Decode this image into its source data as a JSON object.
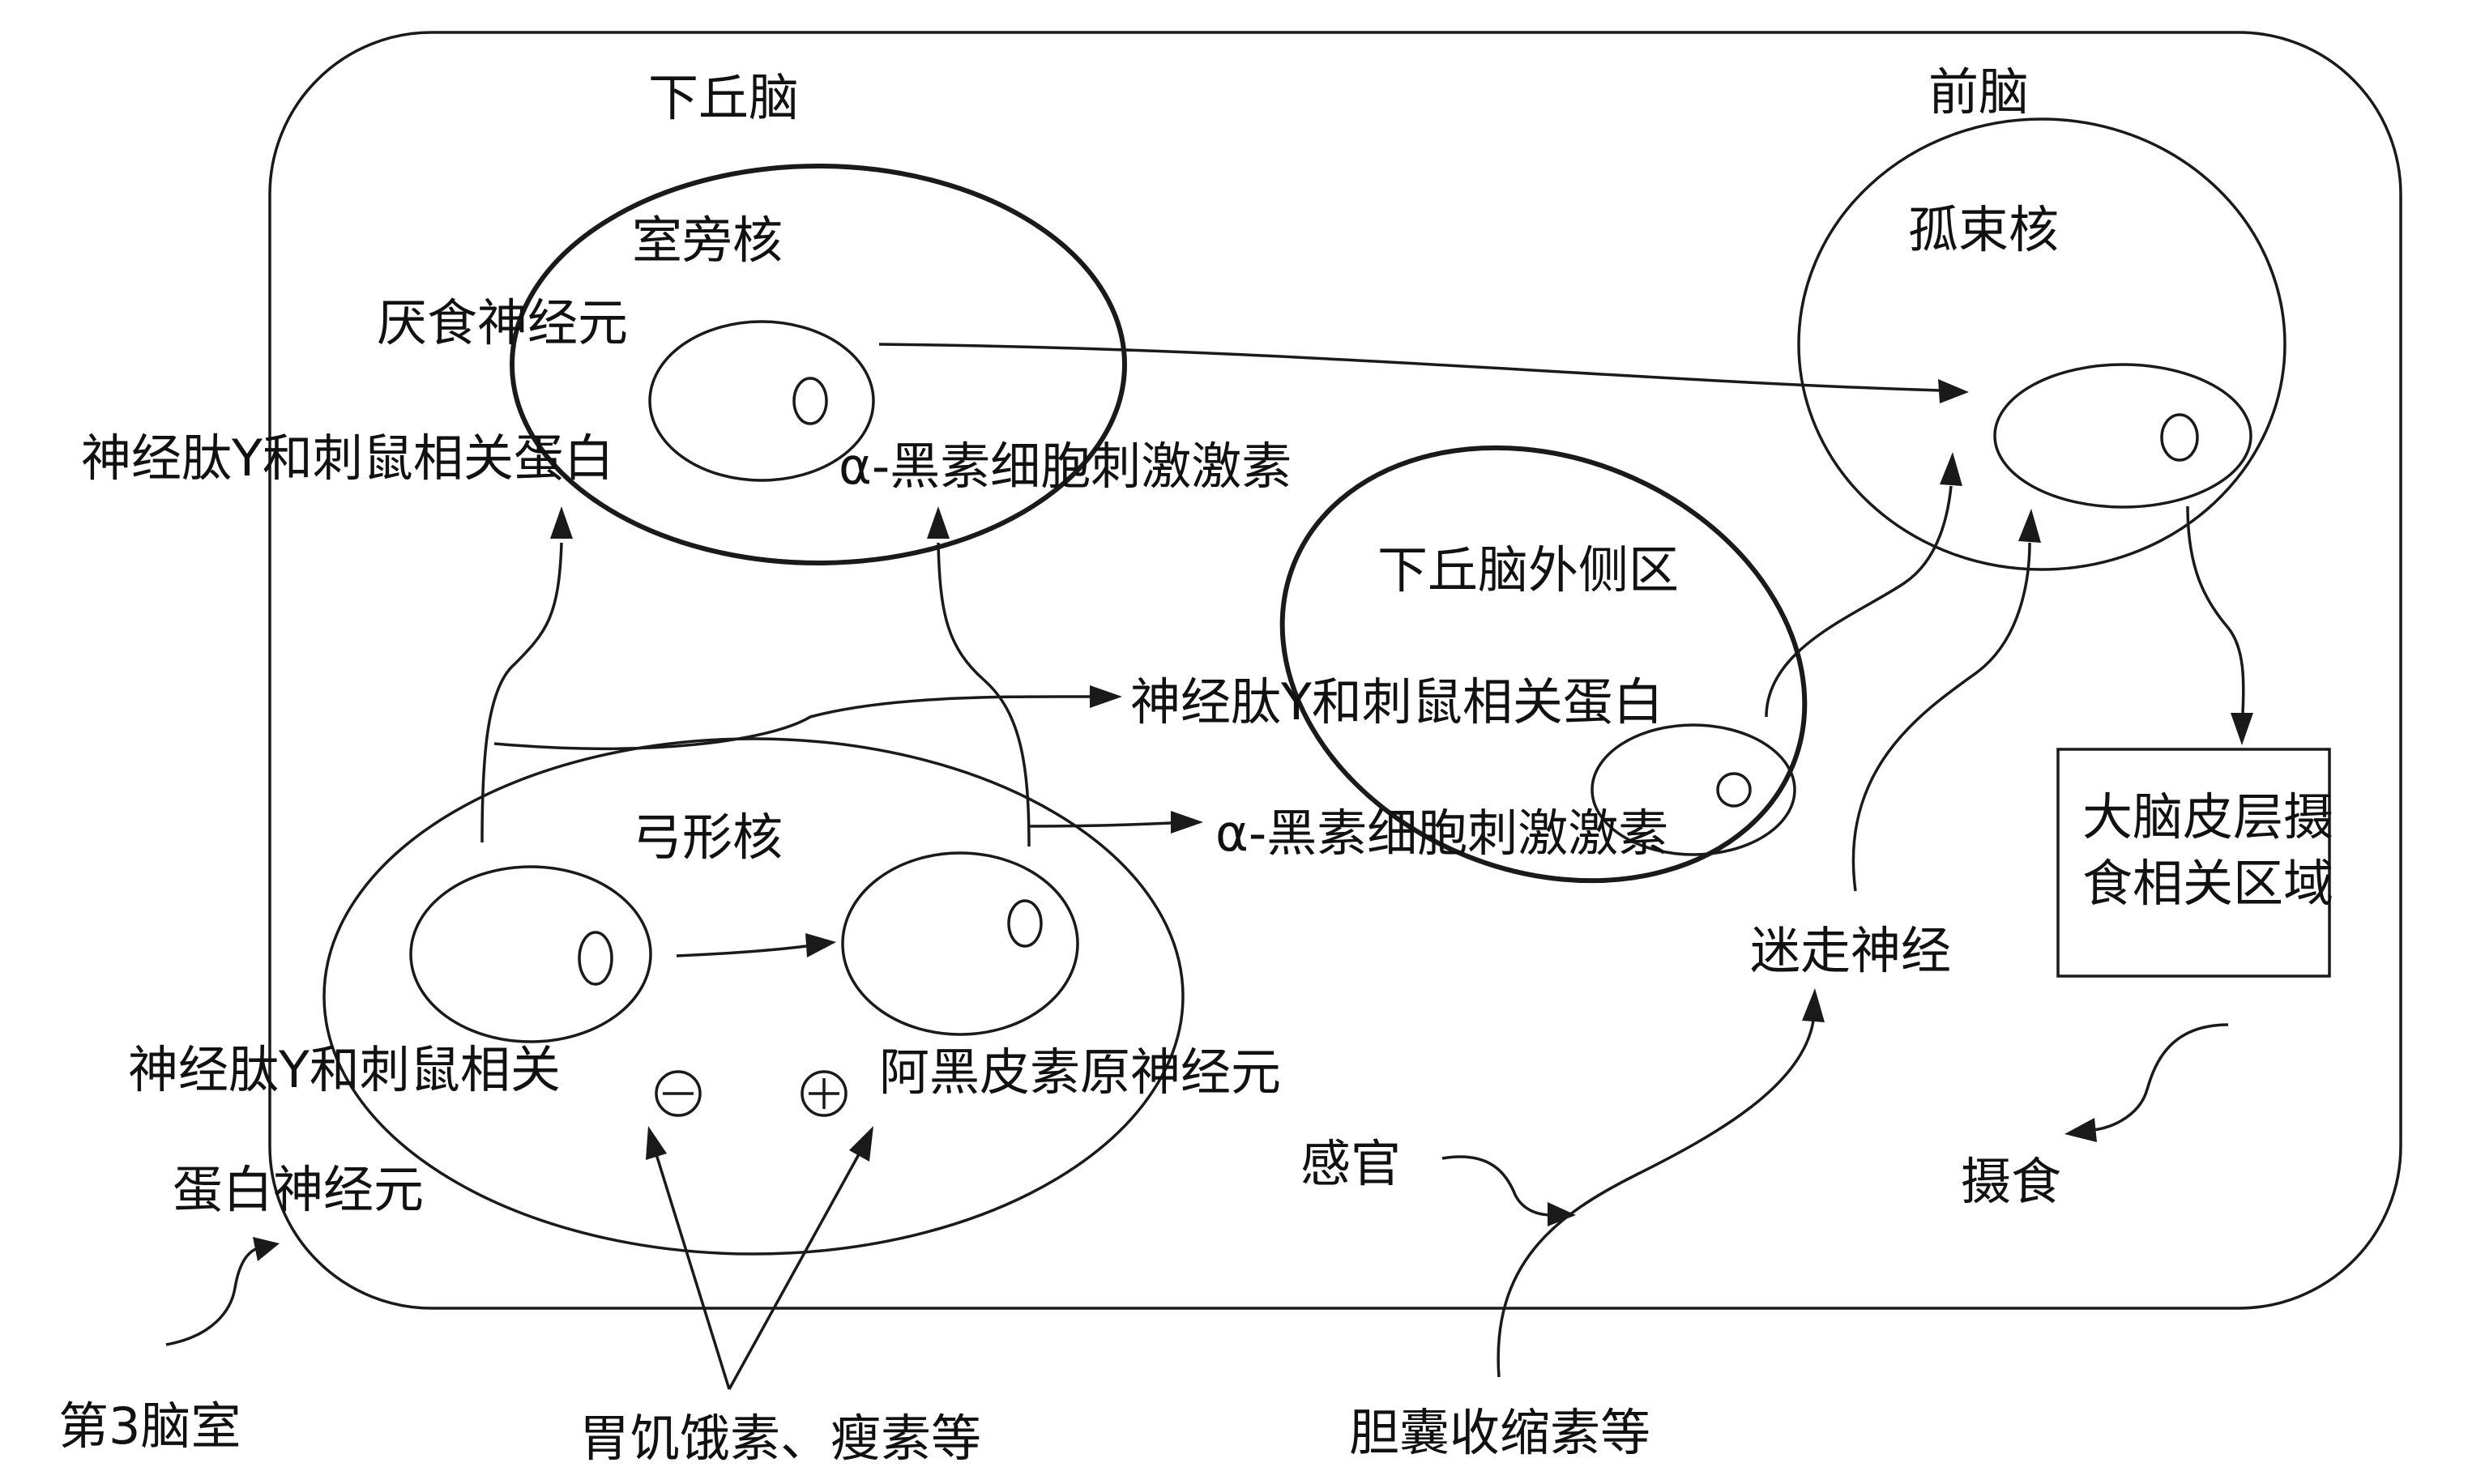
{
  "regions": {
    "hypothalamus": "下丘脑",
    "forebrain": "前脑",
    "paraventricular_nucleus": "室旁核",
    "nucleus_tractus_solitarius": "孤束核",
    "lateral_hypothalamic_area": "下丘脑外侧区",
    "arcuate_nucleus": "弓形核",
    "third_ventricle": "第3脑室"
  },
  "labels": {
    "anorexigenic_neuron": "厌食神经元",
    "npy_agrp_left": "神经肽Y和刺鼠相关蛋白",
    "alpha_msh_top": "α-黑素细胞刺激激素",
    "npy_agrp_middle": "神经肽Y和刺鼠相关蛋白",
    "alpha_msh_middle": "α-黑素细胞刺激激素",
    "npy_agrp_neuron_line1": "神经肽Y和刺鼠相关",
    "npy_agrp_neuron_line2": "蛋白神经元",
    "pomc_neuron": "阿黑皮素原神经元",
    "ghrelin_leptin": "胃饥饿素、瘦素等",
    "senses": "感官",
    "cck": "胆囊收缩素等",
    "vagus_nerve": "迷走神经",
    "cortex_line1": "大脑皮层摄",
    "cortex_line2": "食相关区域",
    "feeding": "摄食"
  },
  "signs": {
    "inhibit": "minus",
    "stimulate": "plus"
  }
}
